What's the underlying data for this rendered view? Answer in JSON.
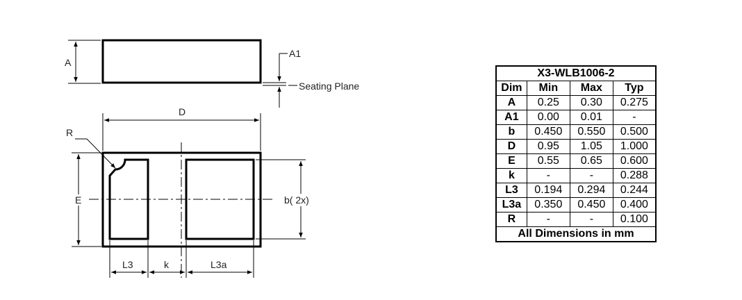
{
  "drawing": {
    "side_view": {
      "label_A": "A",
      "label_A1": "A1",
      "label_seating_plane": "Seating Plane"
    },
    "bottom_view": {
      "label_D": "D",
      "label_R": "R",
      "label_E": "E",
      "label_b": "b( 2x)",
      "label_L3": "L3",
      "label_k": "k",
      "label_L3a": "L3a"
    }
  },
  "table": {
    "title": "X3-WLB1006-2",
    "headers": [
      "Dim",
      "Min",
      "Max",
      "Typ"
    ],
    "rows": [
      [
        "A",
        "0.25",
        "0.30",
        "0.275"
      ],
      [
        "A1",
        "0.00",
        "0.01",
        "-"
      ],
      [
        "b",
        "0.450",
        "0.550",
        "0.500"
      ],
      [
        "D",
        "0.95",
        "1.05",
        "1.000"
      ],
      [
        "E",
        "0.55",
        "0.65",
        "0.600"
      ],
      [
        "k",
        "-",
        "-",
        "0.288"
      ],
      [
        "L3",
        "0.194",
        "0.294",
        "0.244"
      ],
      [
        "L3a",
        "0.350",
        "0.450",
        "0.400"
      ],
      [
        "R",
        "-",
        "-",
        "0.100"
      ]
    ],
    "footer": "All Dimensions in mm"
  }
}
